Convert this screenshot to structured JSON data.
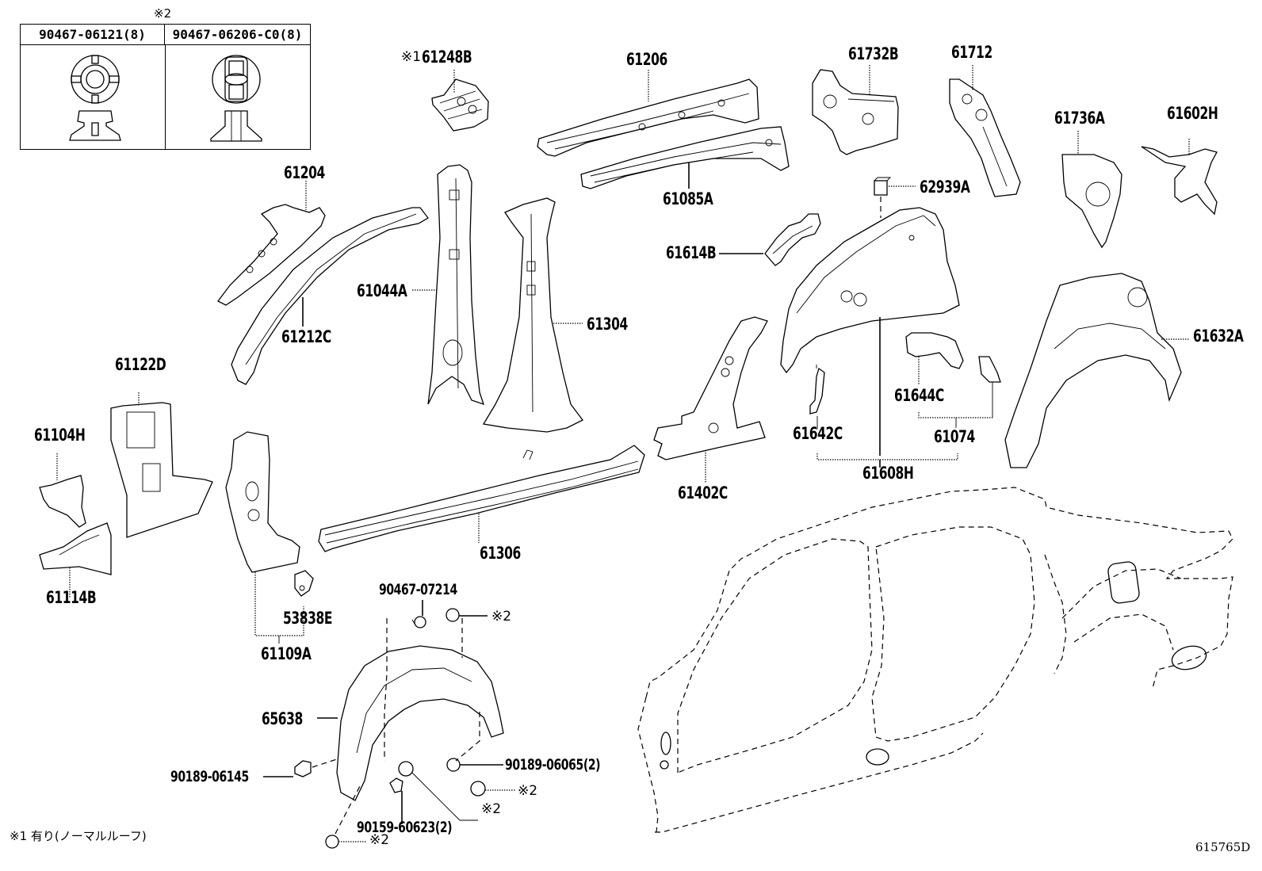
{
  "diagram": {
    "illustration_code": "615765D",
    "footnote": "※1 有り(ノーマルルーフ)",
    "clip_table": {
      "note_mark": "※2",
      "columns": [
        {
          "part": "90467-06121(8)",
          "icon": "push-clip-round-icon"
        },
        {
          "part": "90467-06206-C0(8)",
          "icon": "push-clip-slotted-icon"
        }
      ]
    },
    "parts": [
      {
        "id": "p61248B",
        "mark": "※1",
        "label": "61248B"
      },
      {
        "id": "p61206",
        "label": "61206"
      },
      {
        "id": "p61085A",
        "label": "61085A"
      },
      {
        "id": "p61732B",
        "label": "61732B"
      },
      {
        "id": "p61712",
        "label": "61712"
      },
      {
        "id": "p62939A",
        "label": "62939A"
      },
      {
        "id": "p61736A",
        "label": "61736A"
      },
      {
        "id": "p61602H",
        "label": "61602H"
      },
      {
        "id": "p61204",
        "label": "61204"
      },
      {
        "id": "p61212C",
        "label": "61212C"
      },
      {
        "id": "p61044A",
        "label": "61044A"
      },
      {
        "id": "p61304",
        "label": "61304"
      },
      {
        "id": "p61614B",
        "label": "61614B"
      },
      {
        "id": "p61632A",
        "label": "61632A"
      },
      {
        "id": "p61644C",
        "label": "61644C"
      },
      {
        "id": "p61074",
        "label": "61074"
      },
      {
        "id": "p61642C",
        "label": "61642C"
      },
      {
        "id": "p61608H",
        "label": "61608H"
      },
      {
        "id": "p61402C",
        "label": "61402C"
      },
      {
        "id": "p61122D",
        "label": "61122D"
      },
      {
        "id": "p61104H",
        "label": "61104H"
      },
      {
        "id": "p61114B",
        "label": "61114B"
      },
      {
        "id": "p61306",
        "label": "61306"
      },
      {
        "id": "p53838E",
        "label": "53838E"
      },
      {
        "id": "p61109A",
        "label": "61109A"
      },
      {
        "id": "p65638",
        "label": "65638"
      }
    ],
    "fasteners": [
      {
        "id": "f90467-07214",
        "label": "90467-07214"
      },
      {
        "id": "f90189-06145",
        "label": "90189-06145"
      },
      {
        "id": "f90189-06065",
        "label": "90189-06065(2)"
      },
      {
        "id": "f90159-60623",
        "label": "90159-60623(2)"
      }
    ],
    "ref_marks": {
      "clip_top": "※2",
      "clip_right": "※2",
      "clip_mid": "※2",
      "clip_bottom": "※2"
    }
  }
}
